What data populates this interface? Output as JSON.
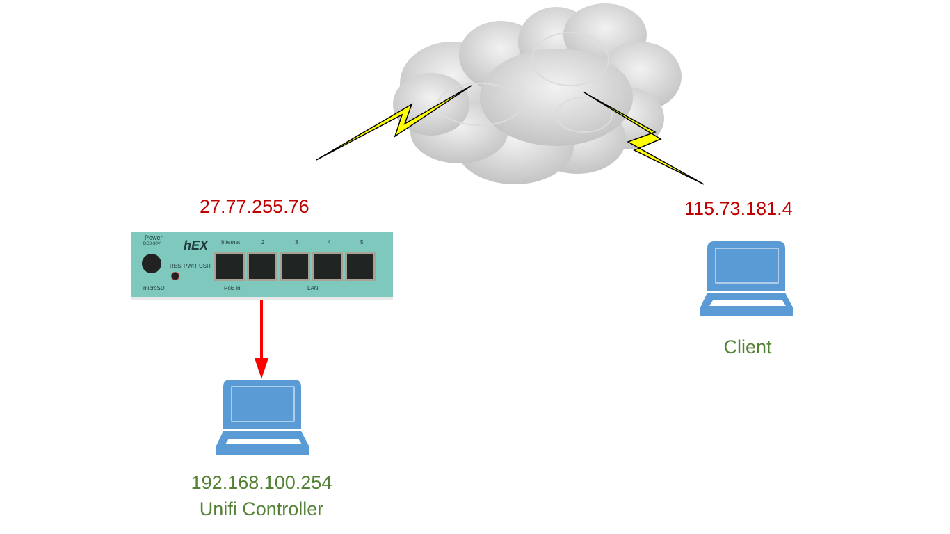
{
  "wan_ip": "27.77.255.76",
  "client_ip": "115.73.181.4",
  "client_label": "Client",
  "controller": {
    "ip": "192.168.100.254",
    "name": "Unifi Controller"
  },
  "router": {
    "model": "hEX",
    "power": "Power",
    "power_spec": "DC8-30V",
    "res": "RES",
    "pwr": "PWR",
    "usr": "USR",
    "microsd": "microSD",
    "port_labels": [
      "Internet",
      "2",
      "3",
      "4",
      "5"
    ],
    "poe_in": "PoE in",
    "lan": "LAN"
  },
  "colors": {
    "ip": "#c00000",
    "label": "#548235",
    "laptop": "#5b9bd5",
    "link_arrow": "#ff0000",
    "lightning": "#ffff00"
  }
}
